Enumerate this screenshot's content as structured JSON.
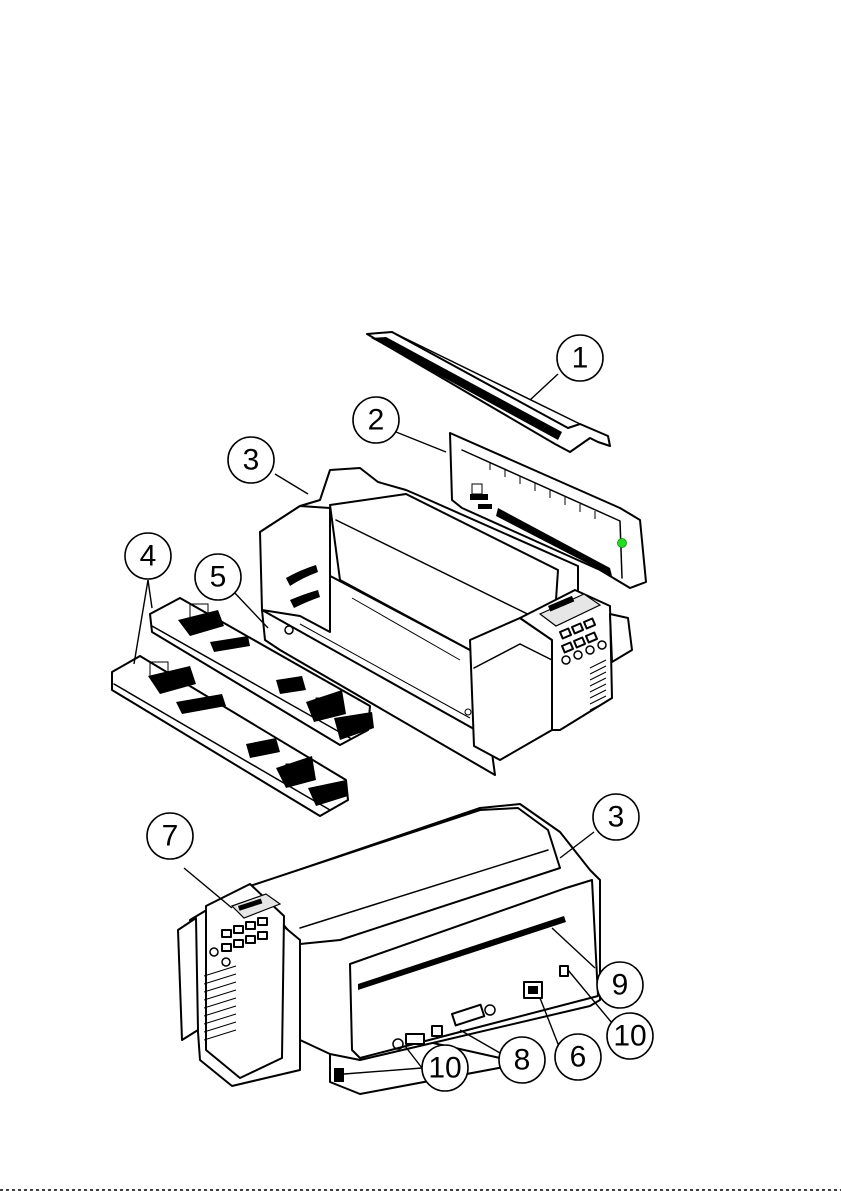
{
  "callouts": [
    {
      "id": "c1",
      "label": "1"
    },
    {
      "id": "c2",
      "label": "2"
    },
    {
      "id": "c3a",
      "label": "3"
    },
    {
      "id": "c4",
      "label": "4"
    },
    {
      "id": "c5",
      "label": "5"
    },
    {
      "id": "c3b",
      "label": "3"
    },
    {
      "id": "c7",
      "label": "7"
    },
    {
      "id": "c9",
      "label": "9"
    },
    {
      "id": "c10a",
      "label": "10"
    },
    {
      "id": "c6",
      "label": "6"
    },
    {
      "id": "c8",
      "label": "8"
    },
    {
      "id": "c10b",
      "label": "10"
    }
  ],
  "colors": {
    "line": "#000000",
    "paper": "#ffffff",
    "indicator": "#22dd22"
  }
}
